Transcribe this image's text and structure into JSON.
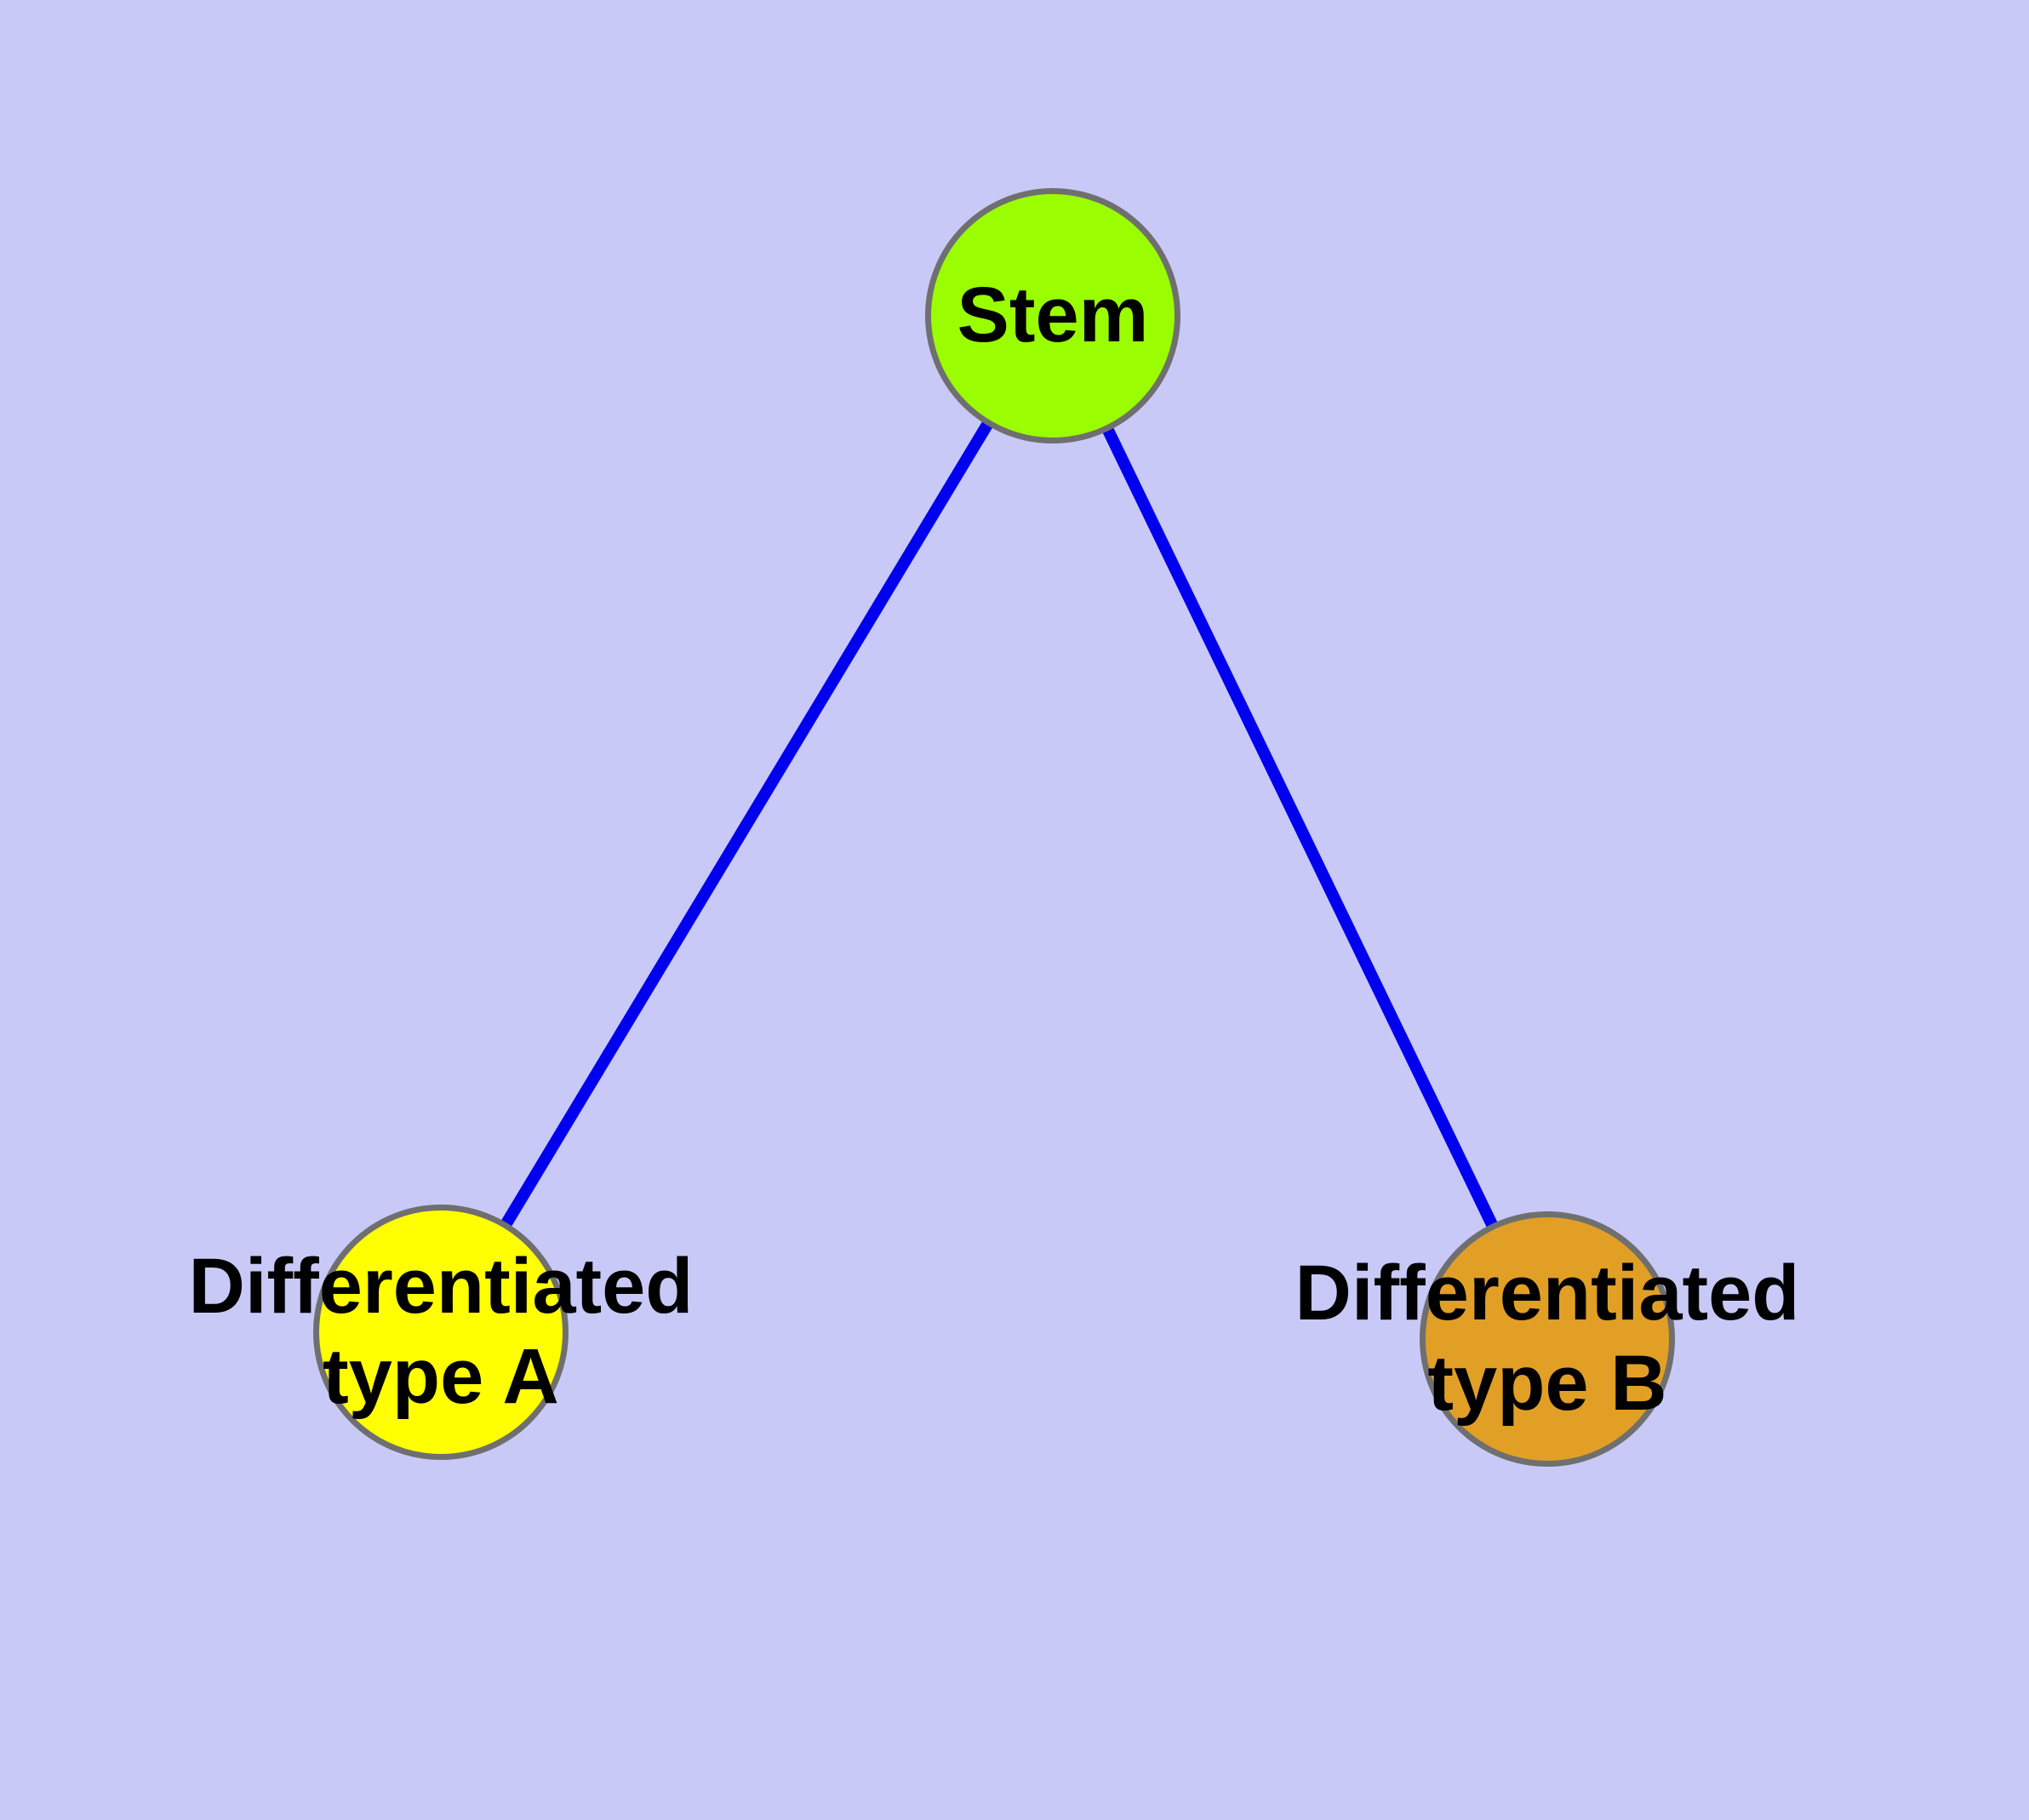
{
  "diagram": {
    "background_color": "#C9C9F8",
    "edge_color": "#0000EE",
    "node_border_color": "#6F6F6F",
    "label_color": "#000000",
    "nodes": [
      {
        "id": "stem",
        "label": "Stem",
        "label_lines": [
          "Stem"
        ],
        "fill": "#9AFE00"
      },
      {
        "id": "typeA",
        "label": "Differentiated type A",
        "label_lines": [
          "Differentiated",
          "type A"
        ],
        "fill": "#FFFF00"
      },
      {
        "id": "typeB",
        "label": "Differentiated type B",
        "label_lines": [
          "Differentiated",
          "type B"
        ],
        "fill": "#E29F26"
      }
    ],
    "edges": [
      {
        "from": "Stem",
        "to": "Differentiated type A"
      },
      {
        "from": "Stem",
        "to": "Differentiated type B"
      }
    ]
  }
}
